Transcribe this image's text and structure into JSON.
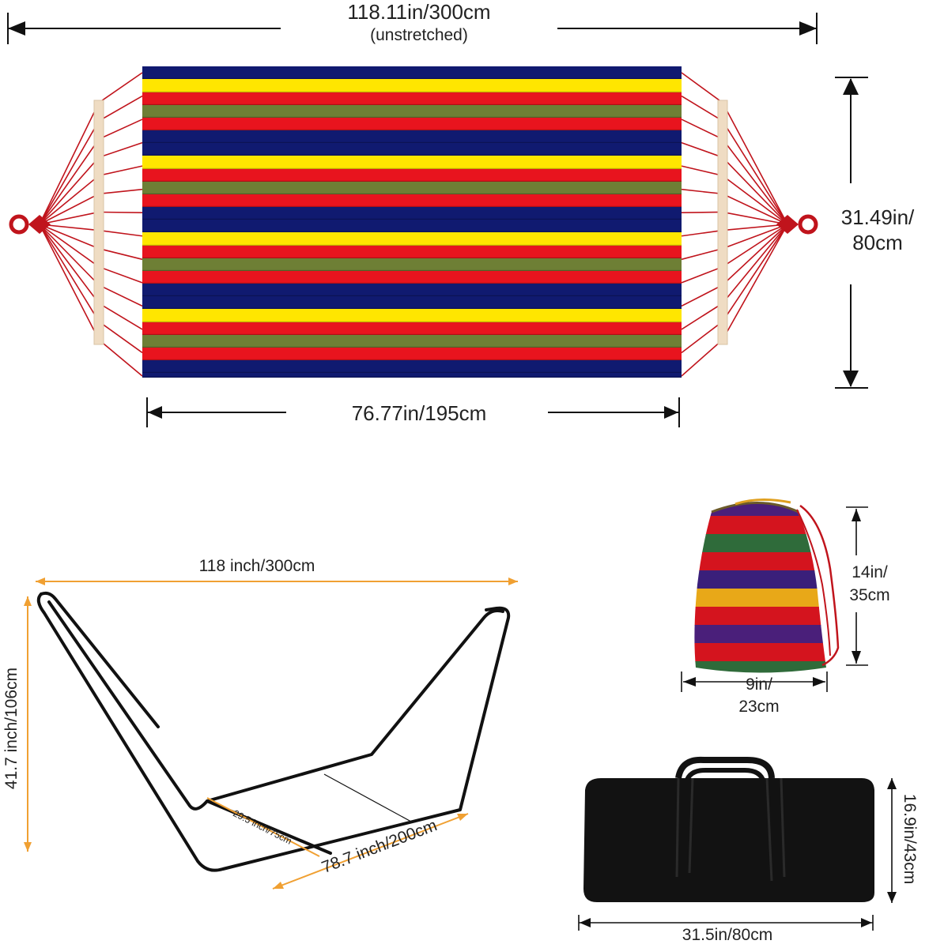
{
  "hammock": {
    "total_length": "118.11in/300cm",
    "total_length_note": "(unstretched)",
    "width_line1": "31.49in/",
    "width_line2": "80cm",
    "bed_length": "76.77in/195cm",
    "stripe_colors": [
      "#0d1a6e",
      "#ffe600",
      "#e8141e",
      "#6e7f35",
      "#e8141e"
    ],
    "rope_color": "#c0141c",
    "spreader_color": "#efdcc3"
  },
  "stand": {
    "length": "118 inch/300cm",
    "height": "41.7 inch/106cm",
    "base_length": "78.7 inch/200cm",
    "base_width": "29.5 inch/75cm",
    "dimension_color": "#f0a032"
  },
  "stuff_sack": {
    "height_line1": "14in/",
    "height_line2": "35cm",
    "width_line1": "9in/",
    "width_line2": "23cm"
  },
  "carry_bag": {
    "height": "16.9in/43cm",
    "width": "31.5in/80cm"
  }
}
